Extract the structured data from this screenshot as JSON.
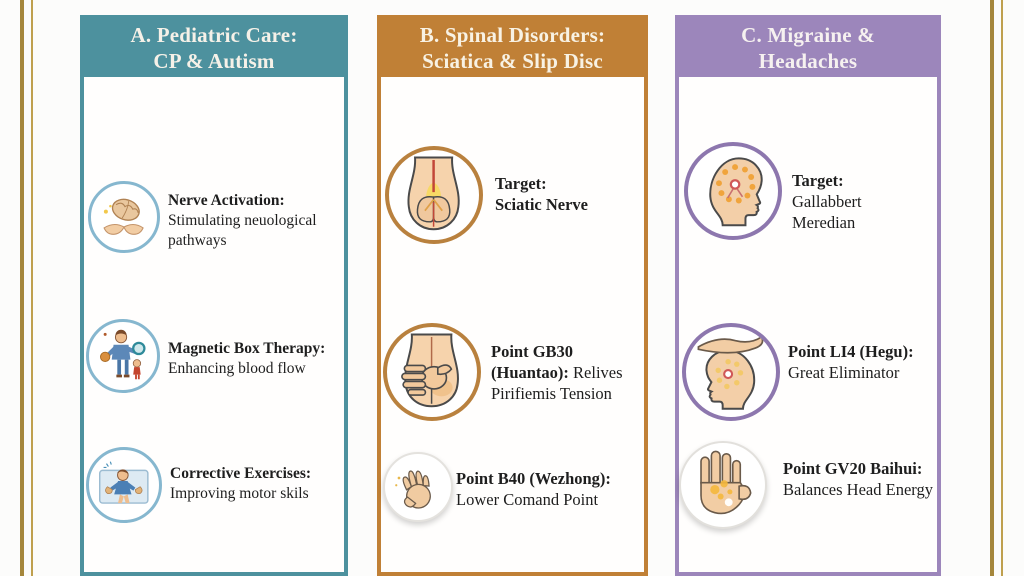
{
  "page": {
    "background": "#fcfcfb",
    "frame_color_dark": "#a5873c",
    "frame_color_light": "#bfa04e",
    "text_color": "#1e1e1e"
  },
  "columns": [
    {
      "key": "A",
      "title": "A. Pediatric Care:\nCP & Autism",
      "accent": "#4d919e",
      "title_color": "#f6f1e8",
      "items": [
        {
          "icon": "hands-holding-brain-icon",
          "ring": "#86b7cf",
          "label": "Nerve Activation:",
          "description": "\nStimulating neuological\npathways"
        },
        {
          "icon": "parent-and-child-therapy-icon",
          "ring": "#86b7cf",
          "label": "Magnetic Box Therapy:",
          "description": "\nEnhancing blood flow"
        },
        {
          "icon": "child-corrective-exercise-icon",
          "ring": "#86b7cf",
          "label": "Corrective Exercises:",
          "description": "\nImproving motor skils"
        }
      ]
    },
    {
      "key": "B",
      "title": "B. Spinal Disorders:\nSciatica & Slip Disc",
      "accent": "#c08036",
      "title_color": "#f8f2e4",
      "items": [
        {
          "icon": "lower-back-sciatic-nerve-icon",
          "ring": "#b9813e",
          "label": "Target:\nSciatic Nerve",
          "description": ""
        },
        {
          "icon": "hand-pressing-hip-icon",
          "ring": "#b9813e",
          "label": "Point GB30\n(Huantao):",
          "description": " Relives\nPirifiemis Tension"
        },
        {
          "icon": "waving-hand-icon",
          "ring": "#e4e2de",
          "label": "Point B40 (Wezhong):",
          "description": "\nLower Comand Point"
        }
      ]
    },
    {
      "key": "C",
      "title": "C. Migraine &\nHeadaches",
      "accent": "#9c86bb",
      "title_color": "#f6f1f0",
      "items": [
        {
          "icon": "head-meridian-points-icon",
          "ring": "#8d77ae",
          "label": "Target:",
          "description": "\nGallabbert\nMeredian"
        },
        {
          "icon": "hand-over-head-icon",
          "ring": "#8d77ae",
          "label": "Point LI4 (Hegu):",
          "description": "\nGreat Eliminator"
        },
        {
          "icon": "glowing-palm-icon",
          "ring": "#e2e0dc",
          "label": "Point GV20 Baihui:",
          "description": "\nBalances Head Energy"
        }
      ]
    }
  ]
}
